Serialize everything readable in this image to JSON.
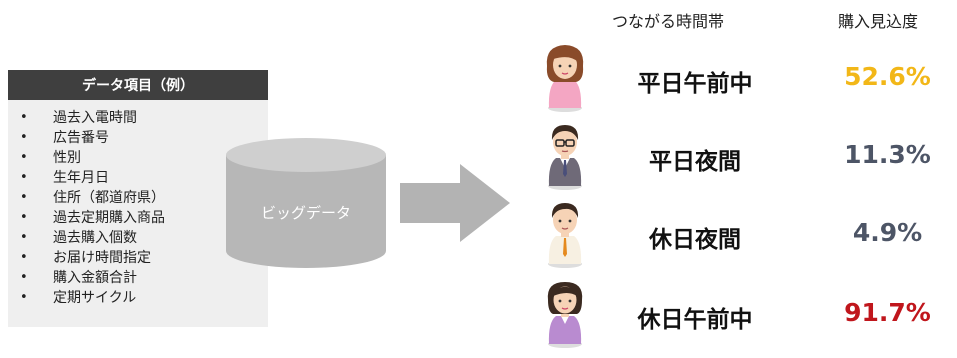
{
  "data_items": {
    "title": "データ項目（例）",
    "items": [
      "過去入電時間",
      "広告番号",
      "性別",
      "生年月日",
      "住所（都道府県）",
      "過去定期購入商品",
      "過去購入個数",
      "お届け時間指定",
      "購入金額合計",
      "定期サイクル"
    ]
  },
  "bigdata": {
    "label": "ビッグデータ"
  },
  "headers": {
    "time_slot": "つながる時間帯",
    "likelihood": "購入見込度"
  },
  "rows": [
    {
      "slot": "平日午前中",
      "likelihood": "52.6%",
      "color": "#f2b718",
      "avatar": "woman-pink-icon"
    },
    {
      "slot": "平日夜間",
      "likelihood": "11.3%",
      "color": "#4d5566",
      "avatar": "man-suit-glasses-icon"
    },
    {
      "slot": "休日夜間",
      "likelihood": "4.9%",
      "color": "#4d5566",
      "avatar": "man-shirt-tie-icon"
    },
    {
      "slot": "休日午前中",
      "likelihood": "91.7%",
      "color": "#c0161c",
      "avatar": "woman-purple-icon"
    }
  ]
}
